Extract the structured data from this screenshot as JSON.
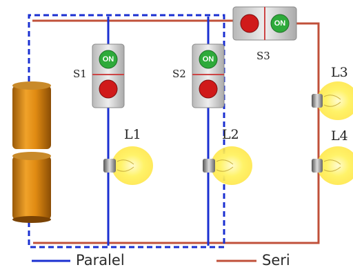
{
  "switches": [
    {
      "label": "S1",
      "on_text": "ON"
    },
    {
      "label": "S2",
      "on_text": "ON"
    },
    {
      "label": "S3",
      "on_text": "ON"
    }
  ],
  "lamps": [
    {
      "label": "L1"
    },
    {
      "label": "L2"
    },
    {
      "label": "L3"
    },
    {
      "label": "L4"
    }
  ],
  "legend": {
    "parallel_label": "Paralel",
    "series_label": "Seri"
  },
  "colors": {
    "parallel_wire": "#1a2fd1",
    "series_wire": "#c0503a",
    "battery": "#d98a12",
    "bulb_glow": "#fff36a",
    "switch_green": "#2eaa3a",
    "switch_red": "#d01a1a"
  }
}
